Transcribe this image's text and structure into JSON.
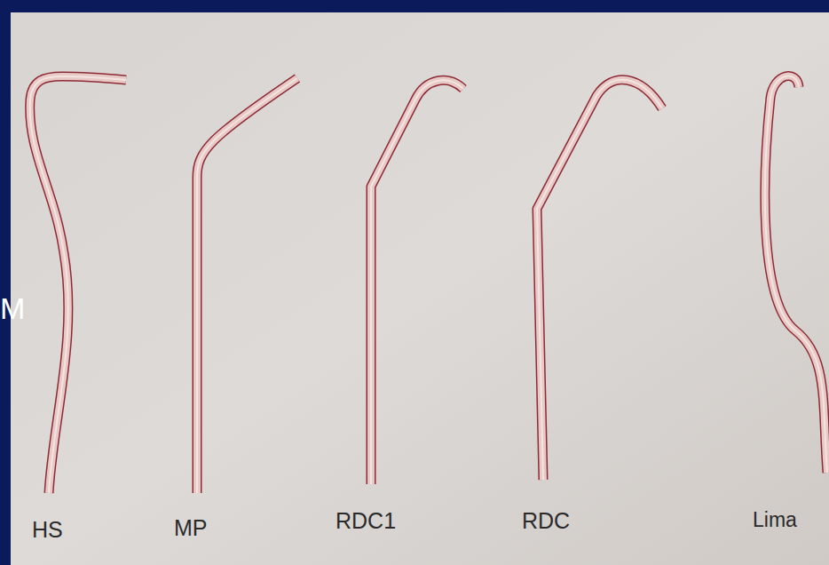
{
  "diagram": {
    "labels": [
      "M",
      "HS",
      "MP",
      "RDC1",
      "RDC",
      "Lima"
    ]
  }
}
